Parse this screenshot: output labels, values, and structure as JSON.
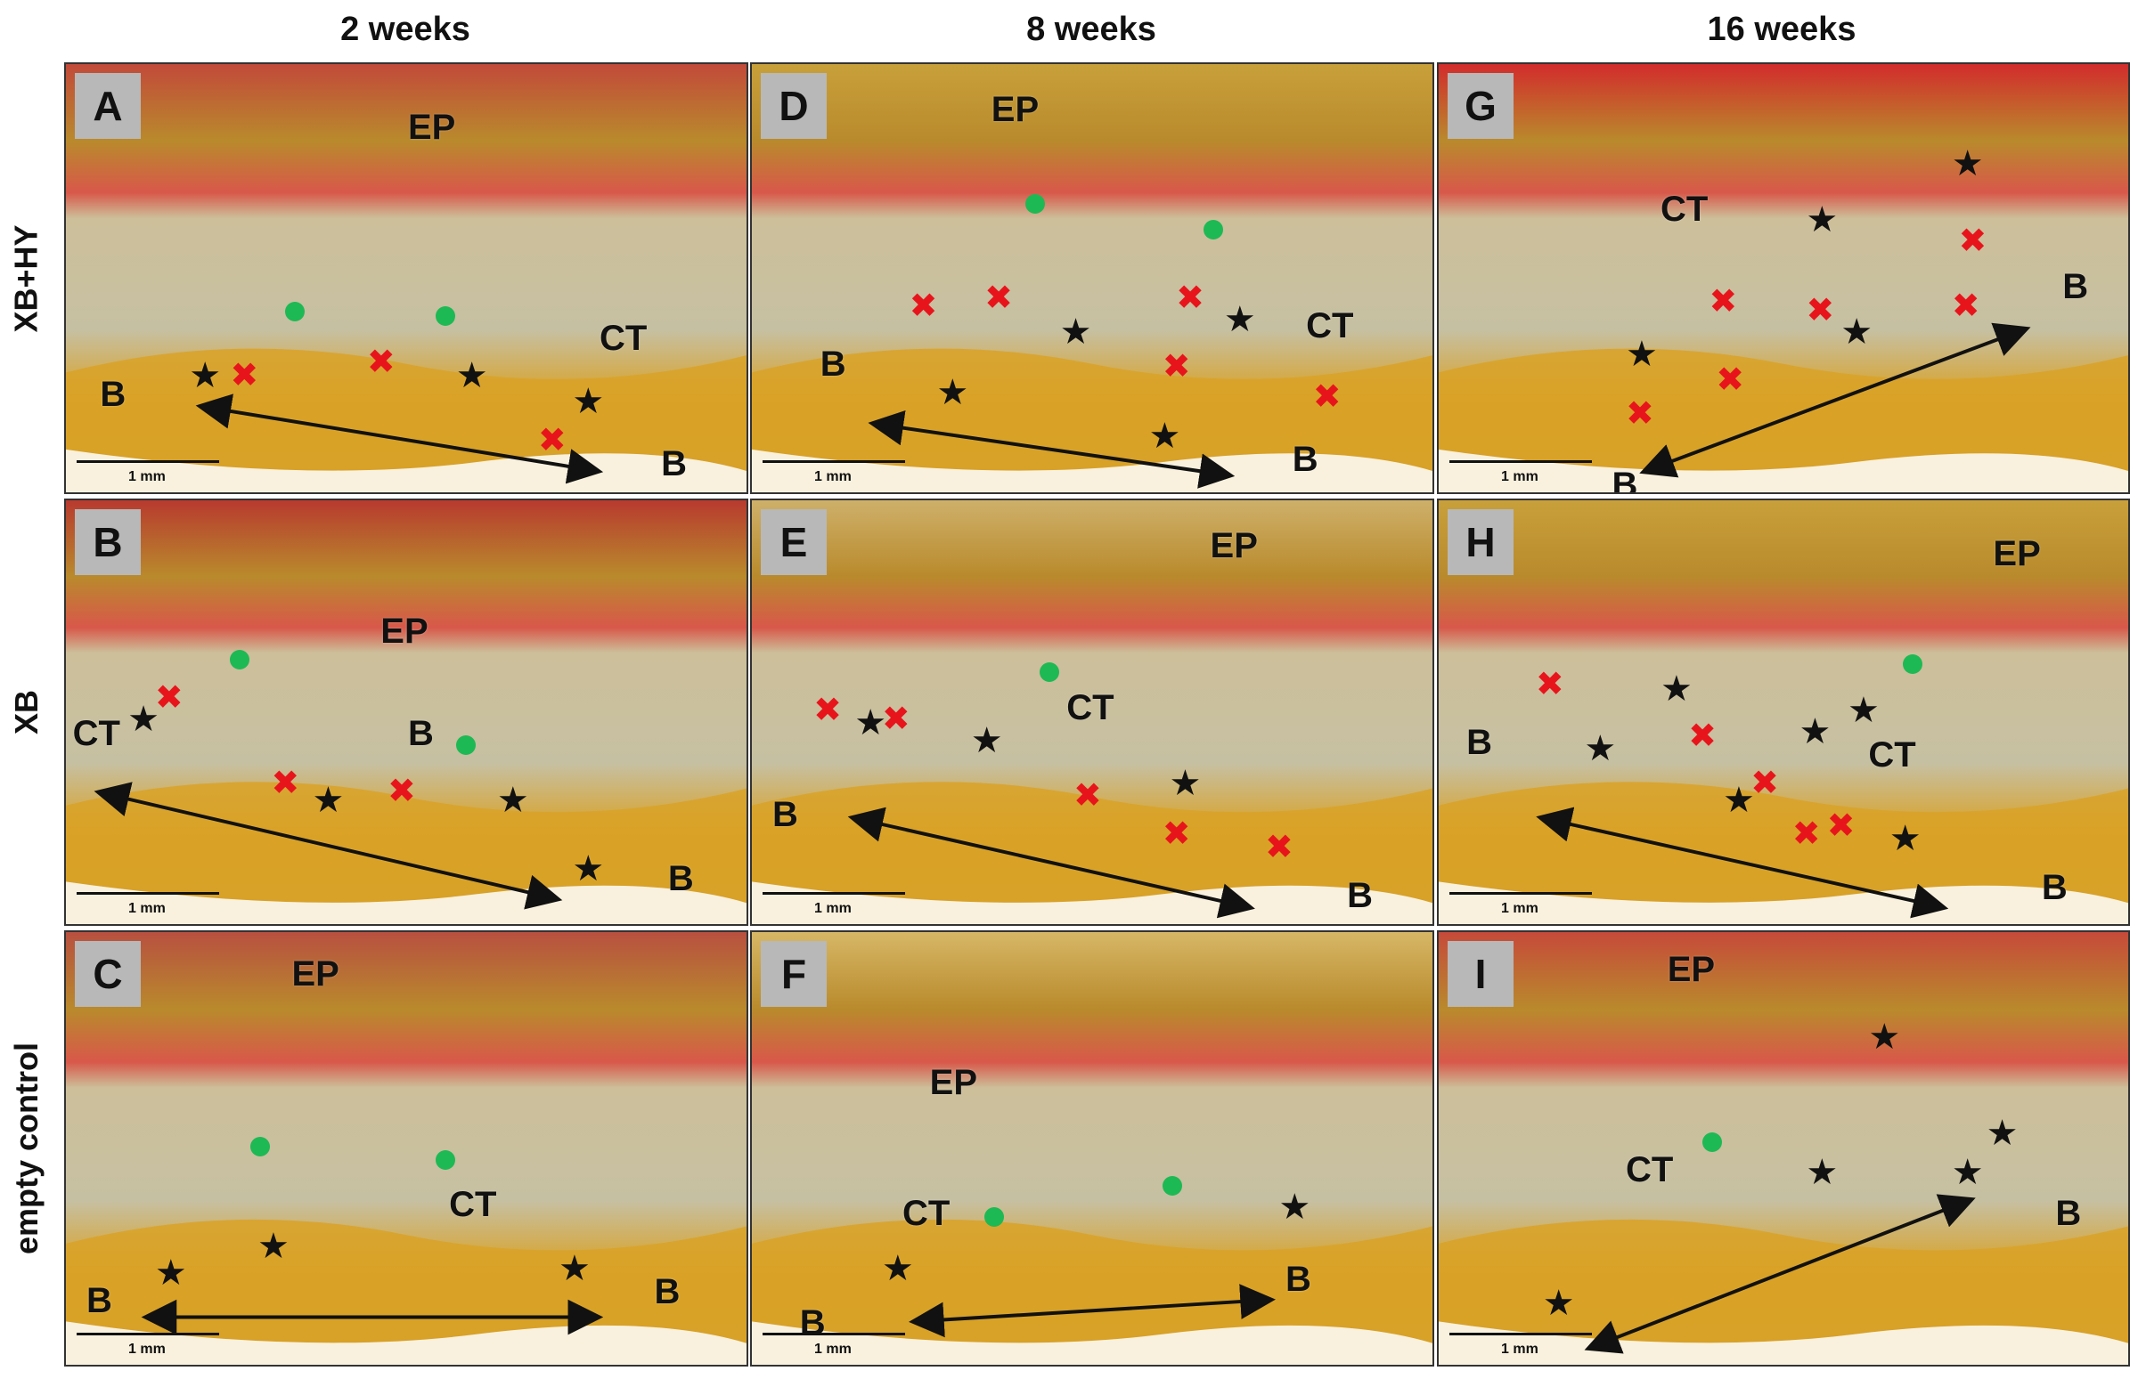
{
  "columns": [
    "2 weeks",
    "8 weeks",
    "16 weeks"
  ],
  "rows": [
    "XB+HY",
    "XB",
    "empty control"
  ],
  "scale_bar_label": "1 mm",
  "colors": {
    "bone": "#d9a227",
    "connective_tissue": "#cdbf9a",
    "epidermis": "#b98a2c",
    "muscle": "#d9343a",
    "void_marker": "#e8141c",
    "green_marker": "#1db954",
    "panel_label_bg": "#b8b8b8"
  },
  "panels": [
    {
      "letter": "A",
      "labels": [
        "EP",
        "CT",
        "B",
        "B"
      ]
    },
    {
      "letter": "D",
      "labels": [
        "EP",
        "CT",
        "B",
        "B"
      ]
    },
    {
      "letter": "G",
      "labels": [
        "CT",
        "B",
        "B"
      ]
    },
    {
      "letter": "B",
      "labels": [
        "EP",
        "CT",
        "B",
        "B"
      ]
    },
    {
      "letter": "E",
      "labels": [
        "EP",
        "CT",
        "B",
        "B"
      ]
    },
    {
      "letter": "H",
      "labels": [
        "EP",
        "CT",
        "B",
        "B"
      ]
    },
    {
      "letter": "C",
      "labels": [
        "EP",
        "CT",
        "B",
        "B"
      ]
    },
    {
      "letter": "F",
      "labels": [
        "EP",
        "CT",
        "B",
        "B"
      ]
    },
    {
      "letter": "I",
      "labels": [
        "EP",
        "CT",
        "B"
      ]
    }
  ]
}
